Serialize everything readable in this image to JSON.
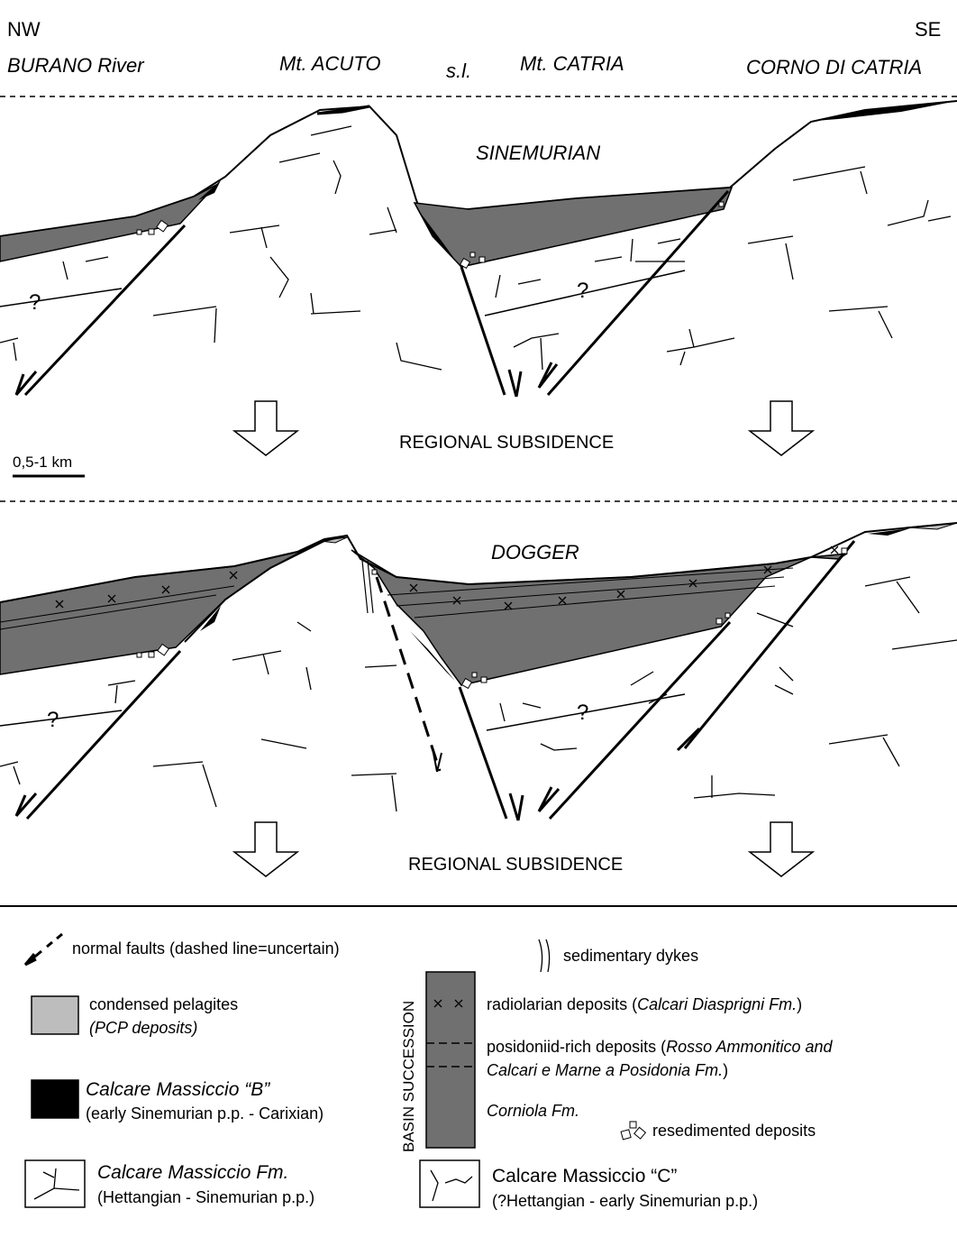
{
  "header": {
    "nw": "NW",
    "se": "SE",
    "burano": "BURANO River",
    "acuto": "Mt. ACUTO",
    "sl": "s.l.",
    "catria": "Mt. CATRIA",
    "corno": "CORNO DI CATRIA"
  },
  "panels": {
    "top_title": "SINEMURIAN",
    "bottom_title": "DOGGER",
    "subsidence_top": "REGIONAL SUBSIDENCE",
    "subsidence_bottom": "REGIONAL SUBSIDENCE",
    "scale": "0,5-1 km",
    "question_mark": "?"
  },
  "legend": {
    "faults": "normal faults (dashed line=uncertain)",
    "dykes": "sedimentary dykes",
    "pelagites_1": "condensed pelagites",
    "pelagites_2": "(PCP deposits)",
    "cmb_1": "Calcare Massiccio “B”",
    "cmb_2": "(early Sinemurian p.p. - Carixian)",
    "cm_1": "Calcare Massiccio Fm.",
    "cm_2": "(Hettangian - Sinemurian p.p.)",
    "cmc_1": "Calcare Massiccio “C”",
    "cmc_2": "(?Hettangian - early Sinemurian p.p.)",
    "basin_succession": "BASIN SUCCESSION",
    "radiolarian_a": "radiolarian deposits (",
    "radiolarian_b": "Calcari Diasprigni Fm.",
    "radiolarian_c": ")",
    "posidoniid_1a": "posidoniid-rich deposits (",
    "posidoniid_1b": "Rosso Ammonitico and",
    "posidoniid_2a": "Calcari e Marne a Posidonia Fm.",
    "posidoniid_2b": ")",
    "corniola": "Corniola Fm.",
    "resedimented": "resedimented deposits"
  },
  "colors": {
    "basin_fill": "#707070",
    "pcp_fill": "#bdbdbd",
    "cmb_fill": "#000000",
    "rock_fill": "#ffffff"
  }
}
